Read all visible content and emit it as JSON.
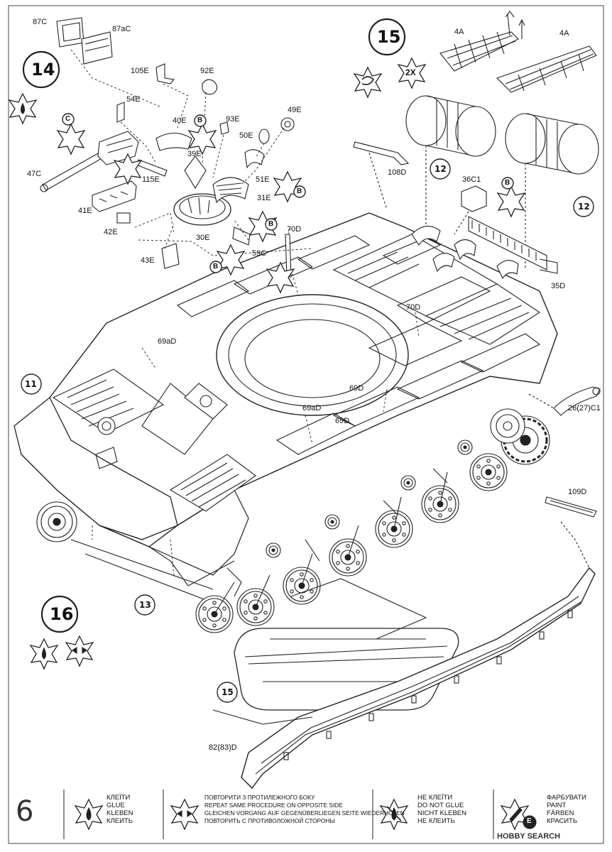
{
  "page": {
    "number": "6"
  },
  "steps": {
    "s14": "14",
    "s15": "15",
    "s16": "16",
    "s11": "11",
    "s12a": "12",
    "s12b": "12",
    "s13": "13",
    "s15b": "15"
  },
  "badges": {
    "repeat_2x": "2X",
    "paint_c": "C",
    "paint_b1": "B",
    "paint_b2": "B",
    "paint_b3": "B",
    "paint_b4": "B",
    "paint_b5": "B"
  },
  "part_labels": {
    "p87C": "87C",
    "p87aC": "87aC",
    "p105E": "105E",
    "p92E": "92E",
    "p54E": "54E",
    "p40E": "40E",
    "p93E": "93E",
    "p49E": "49E",
    "p50E": "50E",
    "p39E": "39E",
    "p47C": "47C",
    "p115E": "115E",
    "p51E": "51E",
    "p31E": "31E",
    "p41E": "41E",
    "p42E": "42E",
    "p30E": "30E",
    "p43E": "43E",
    "p70D_a": "70D",
    "p59C": "59C",
    "p108D": "108D",
    "p36C1": "36C1",
    "p35D": "35D",
    "p4A_a": "4A",
    "p4A_b": "4A",
    "p70D_b": "70D",
    "p69aD_a": "69aD",
    "p69D_a": "69D",
    "p69aD_b": "69aD",
    "p69D_b": "69D",
    "p26": "26(27)C1",
    "p109D": "109D",
    "p82": "82(83)D"
  },
  "legend": {
    "glue": [
      "КЛЕЇТИ",
      "GLUE",
      "KLEBEN",
      "КЛЕИТЬ"
    ],
    "repeat": [
      "ПОВТОРИТИ З ПРОТИЛЕЖНОГО БОКУ",
      "REPEAT SAME PROCEDURE ON OPPOSITE SIDE",
      "GLEICHEN VORGANG AUF GEGENÜBERLIEGEN SEITE WIEDERHOLEN",
      "ПОВТОРИТЬ С ПРОТИВОЛОЖНОЙ СТОРОНЫ"
    ],
    "noglue": [
      "НЕ КЛЕЇТИ",
      "DO NOT GLUE",
      "NICHT KLEBEN",
      "НЕ КЛЕИТЬ"
    ],
    "paint": [
      "ФАРБУВАТИ",
      "PAINT",
      "FÄRBEN",
      "КРАСИТЬ"
    ],
    "paint_badge": "E"
  },
  "watermark": "HOBBY SEARCH"
}
